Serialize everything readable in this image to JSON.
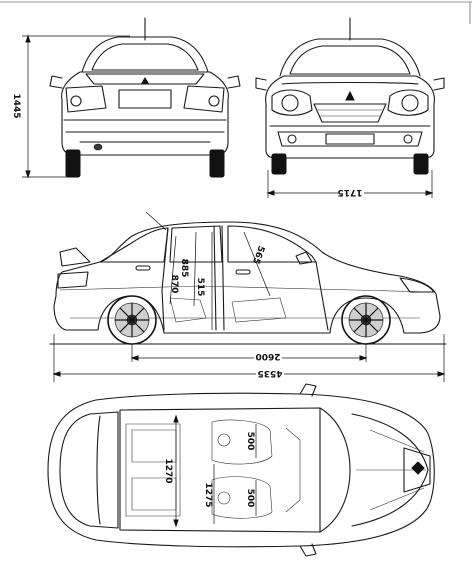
{
  "dimensions": {
    "height": "1445",
    "width": "1715",
    "wheelbase": "2600",
    "length": "4535",
    "front_door": "565",
    "b_pillar_1": "885",
    "b_pillar_2": "870",
    "rear_door": "515",
    "rear_legroom": "1270",
    "front_legroom": "1275",
    "seat_width_1": "500",
    "seat_width_2": "500"
  }
}
